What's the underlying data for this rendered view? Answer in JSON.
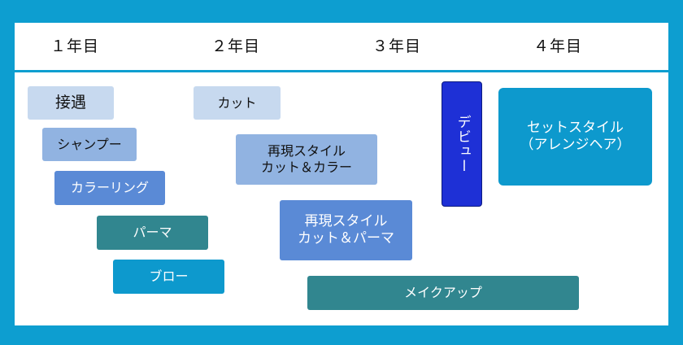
{
  "years": [
    "１年目",
    "２年目",
    "３年目",
    "４年目"
  ],
  "items": {
    "greeting": "接遇",
    "shampoo": "シャンプー",
    "coloring": "カラーリング",
    "perm": "パーマ",
    "blow": "ブロー",
    "cut": "カット",
    "repro_cut_color_1": "再現スタイル",
    "repro_cut_color_2": "カット＆カラー",
    "repro_cut_perm_1": "再現スタイル",
    "repro_cut_perm_2": "カット＆パーマ",
    "makeup": "メイクアップ",
    "debut": "デビュー",
    "set_style_1": "セットスタイル",
    "set_style_2": "（アレンジヘア）"
  },
  "colors": {
    "frame": "#0d9ed0",
    "light": "#c7d9ef",
    "mid": "#91b3e1",
    "blue": "#5a8ad6",
    "teal": "#31868f",
    "cyan": "#0d99cd",
    "royal": "#1e30d6"
  }
}
